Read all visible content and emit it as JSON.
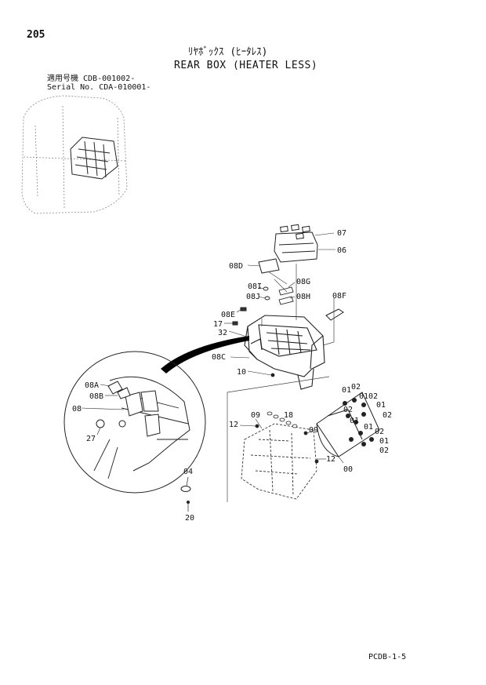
{
  "page_number": "205",
  "title_jp": "ﾘﾔﾎﾞｯｸｽ (ﾋｰﾀﾚｽ)",
  "title_en": "REAR BOX (HEATER LESS)",
  "serial": {
    "line1": "適用号機  CDB-001002-",
    "line2": "Serial No. CDA-010001-"
  },
  "doc_code": "PCDB-1-5",
  "callouts": {
    "c07": "07",
    "c06": "06",
    "c08D": "08D",
    "c08I": "08I",
    "c08G": "08G",
    "c08J": "08J",
    "c08H": "08H",
    "c08F": "08F",
    "c08E": "08E",
    "c17": "17",
    "c32": "32",
    "c08C": "08C",
    "c10": "10",
    "c08A": "08A",
    "c08B": "08B",
    "c08": "08",
    "c27": "27",
    "c09a": "09",
    "c12a": "12",
    "c18": "18",
    "c09b": "09",
    "c12b": "12",
    "c00": "00",
    "c04": "04",
    "c20": "20",
    "c01a": "01",
    "c02a": "02",
    "c01b": "01",
    "c02b": "02",
    "c01c": "01",
    "c02c": "02",
    "c02d": "02",
    "c01d": "01",
    "c01e": "01",
    "c02e": "02",
    "c01f": "01",
    "c02f": "02"
  }
}
